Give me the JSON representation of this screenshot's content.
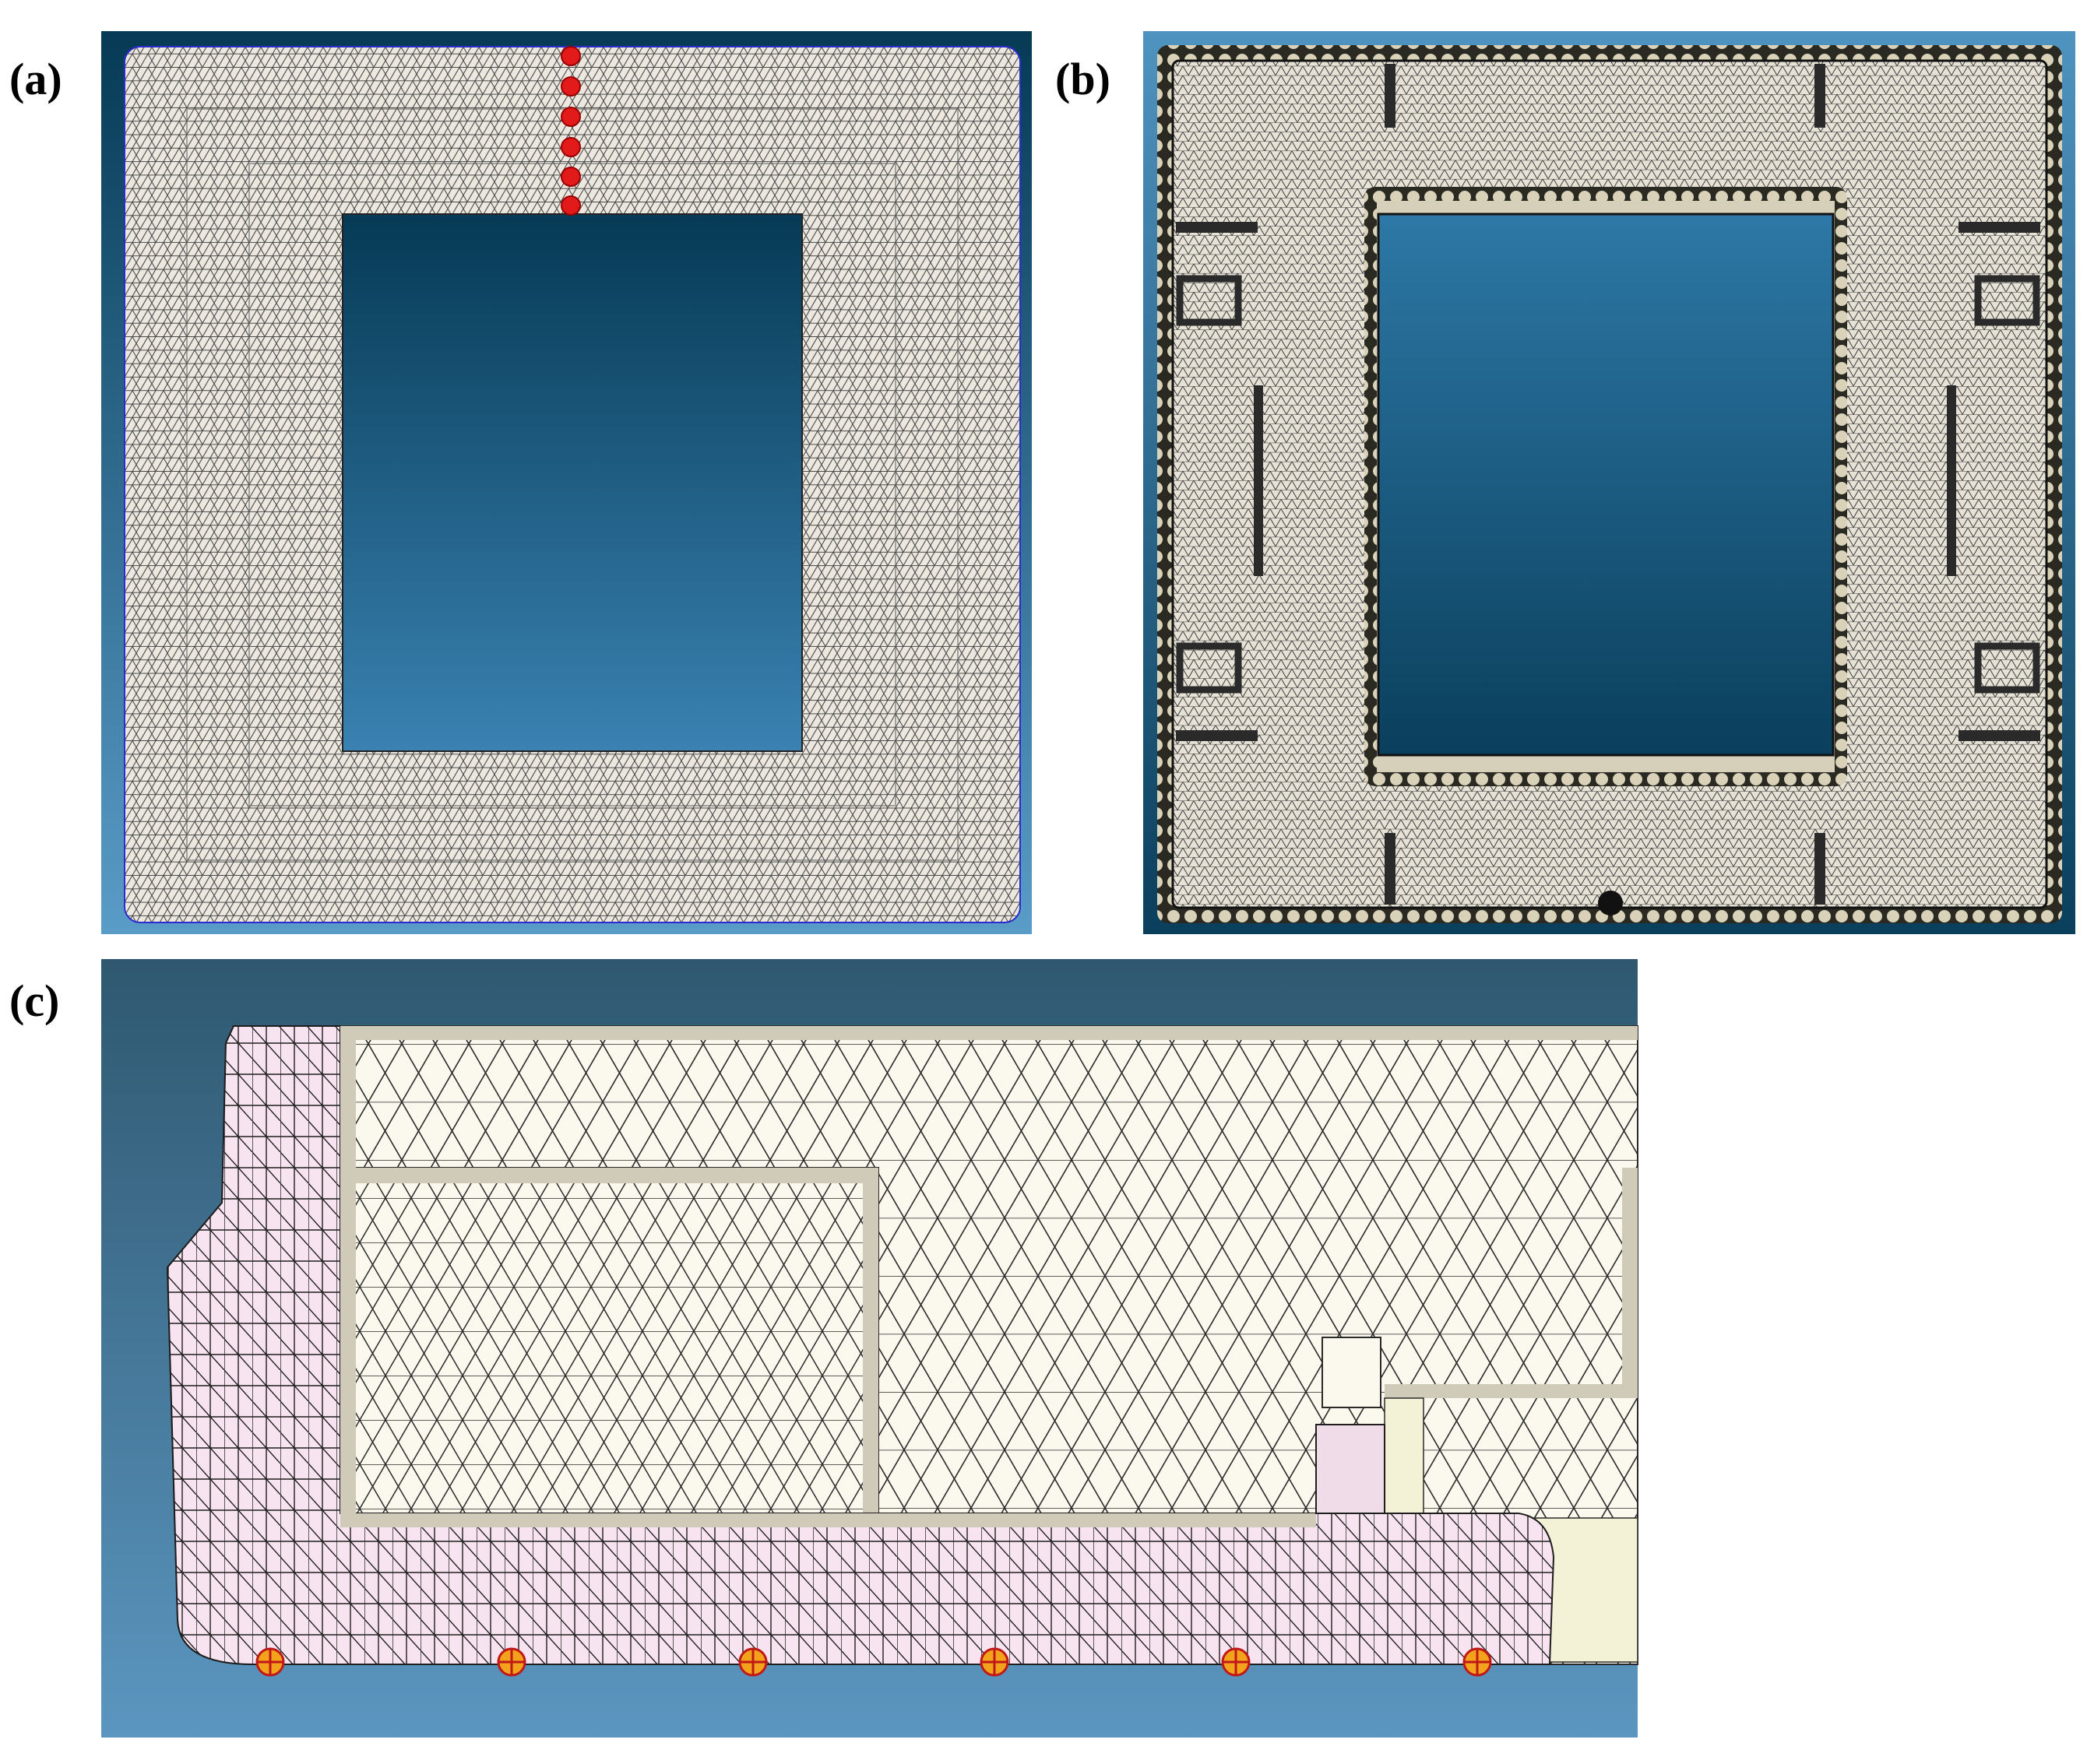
{
  "panels": {
    "a": {
      "label": "(a)"
    },
    "b": {
      "label": "(b)"
    },
    "c": {
      "label": "(c)"
    }
  },
  "colors": {
    "background_dark": "#063a55",
    "background_light": "#4f93c0",
    "mesh_fill": "#ece8df",
    "mesh_line": "#3a3a3a",
    "wall_fill": "#cfcbb8",
    "inner_fill": "#fbf9ee",
    "pink_fill": "#f8e4f0",
    "marker_red": "#e21a1a",
    "marker_orange": "#f2a31b"
  },
  "markers": {
    "a_gate_points": 6,
    "c_gate_points": 6
  }
}
